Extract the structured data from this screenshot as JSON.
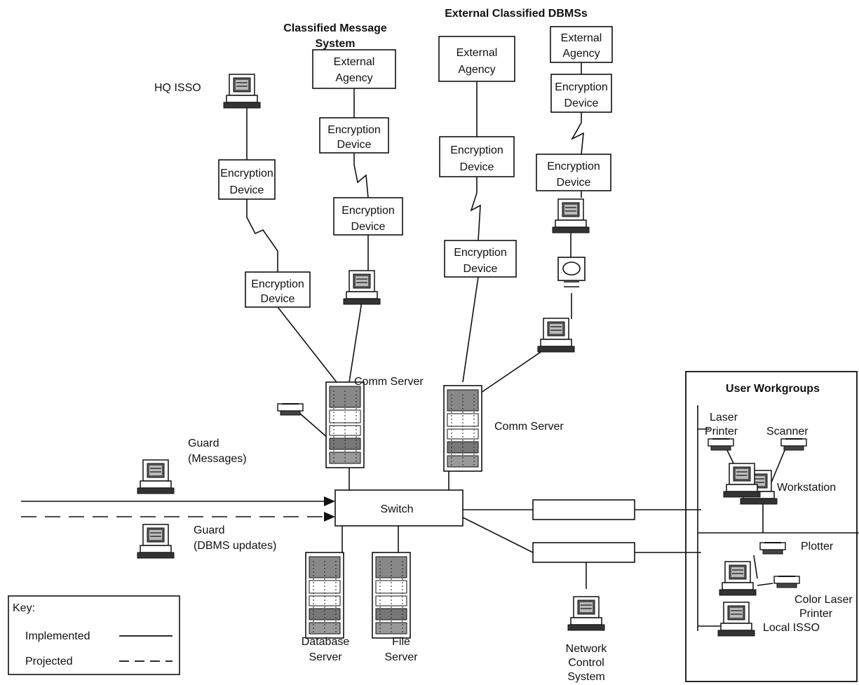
{
  "headings": {
    "classified_msg_line1": "Classified Message",
    "classified_msg_line2": "System",
    "external_dbms": "External Classified DBMSs",
    "user_workgroups": "User Workgroups"
  },
  "labels": {
    "hq_isso": "HQ ISSO",
    "comm_server": "Comm Server",
    "guard_messages_1": "Guard",
    "guard_messages_2": "(Messages)",
    "guard_dbms_1": "Guard",
    "guard_dbms_2": "(DBMS updates)",
    "switch": "Switch",
    "database_server_1": "Database",
    "database_server_2": "Server",
    "file_server_1": "File",
    "file_server_2": "Server",
    "ncs_1": "Network",
    "ncs_2": "Control",
    "ncs_3": "System",
    "laser_printer_1": "Laser",
    "laser_printer_2": "Printer",
    "scanner": "Scanner",
    "workstation": "Workstation",
    "plotter": "Plotter",
    "color_laser_1": "Color Laser",
    "color_laser_2": "Printer",
    "local_isso": "Local ISSO"
  },
  "boxes": {
    "ext_agency_1": "External",
    "ext_agency_2": "Agency",
    "enc_1": "Encryption",
    "enc_2": "Device"
  },
  "key": {
    "title": "Key:",
    "implemented": "Implemented",
    "projected": "Projected"
  }
}
